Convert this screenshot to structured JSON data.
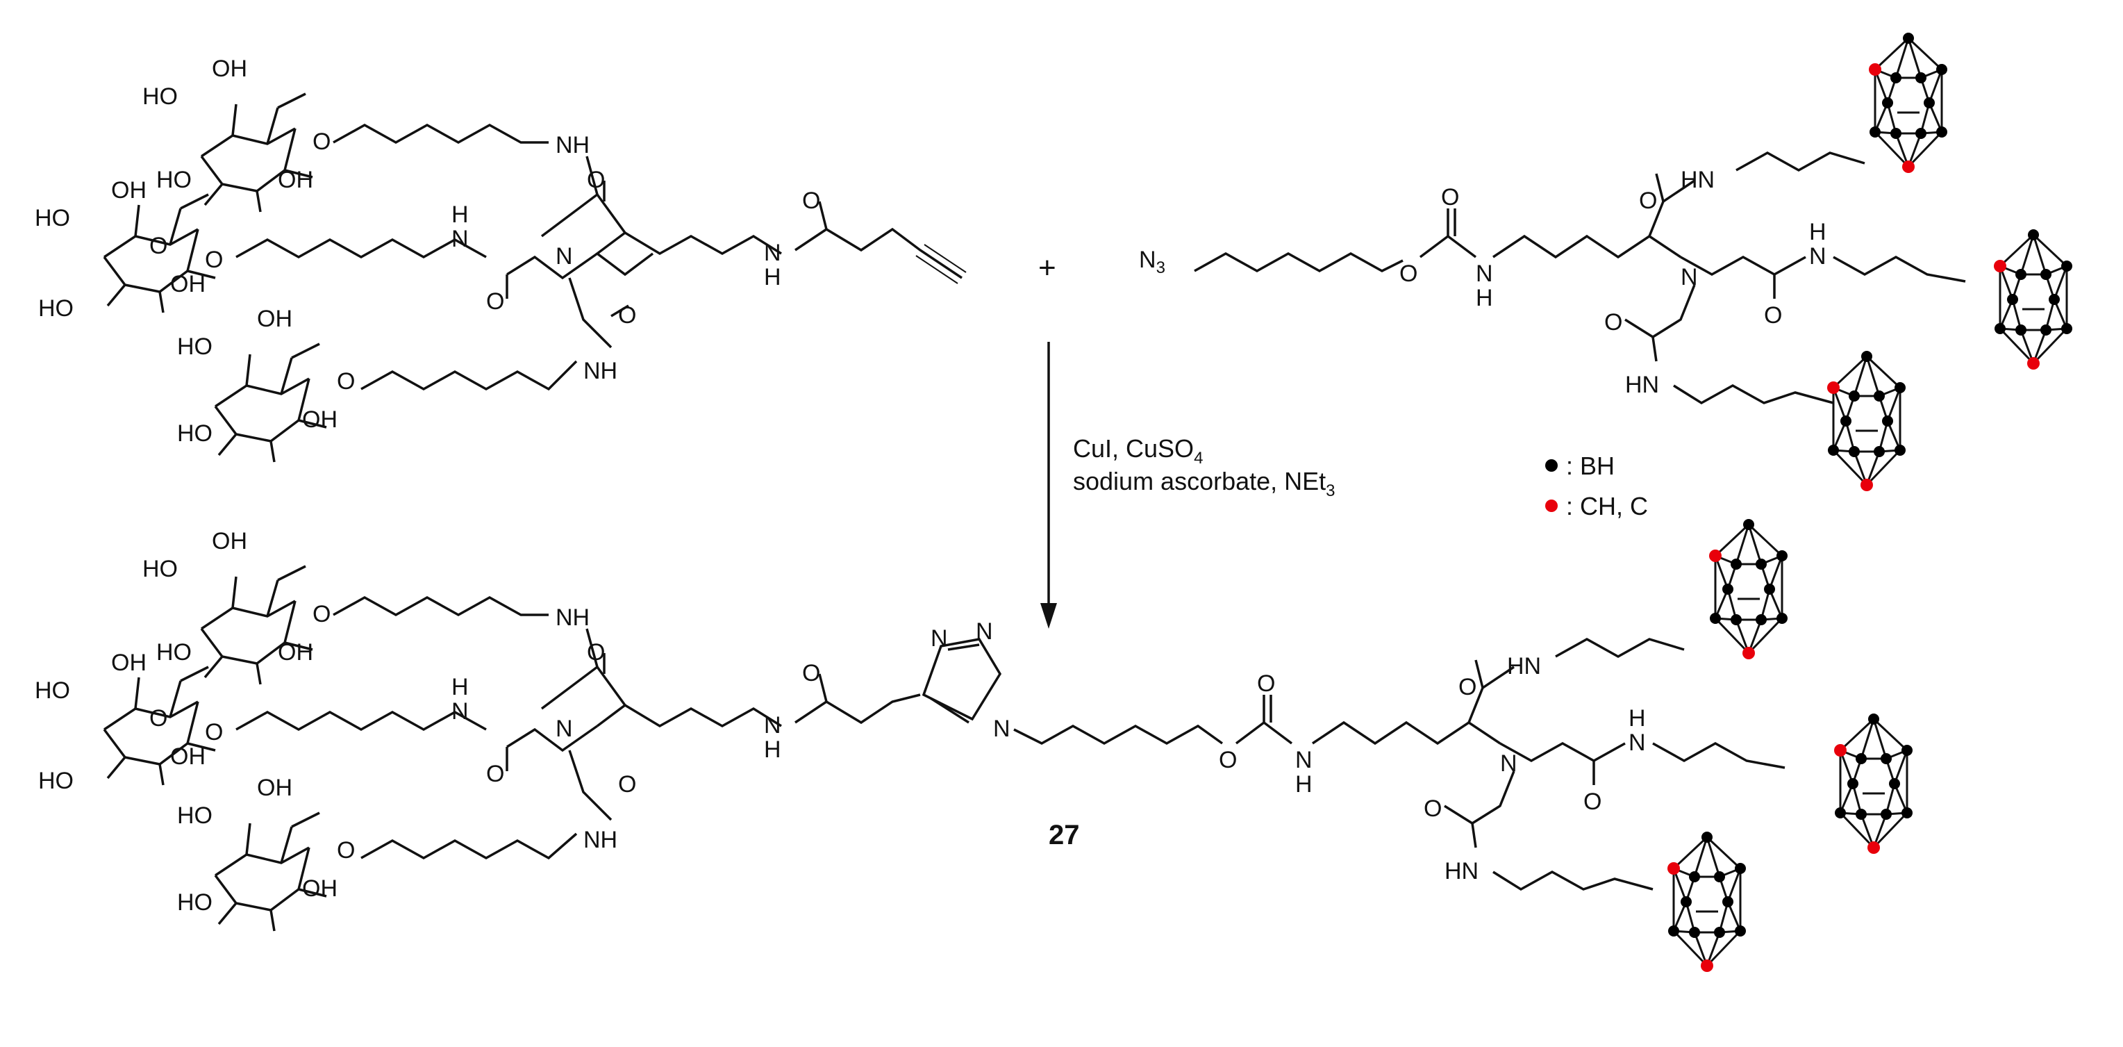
{
  "atoms": {
    "oh": "OH",
    "ho": "HO",
    "o": "O",
    "n": "N",
    "nh": "NH",
    "h": "H",
    "hn": "HN"
  },
  "azide": {
    "main": "N",
    "sub": "3"
  },
  "triazole_n": "N",
  "plus_sign": "+",
  "conditions": {
    "line1_main": "CuI, CuSO",
    "line1_sub": "4",
    "line2_main": "sodium ascorbate, NEt",
    "line2_sub": "3"
  },
  "legend": [
    {
      "label": ": BH",
      "color": "#000000"
    },
    {
      "label": ": CH, C",
      "color": "#e8000b"
    }
  ],
  "compound_label": "27",
  "colors": {
    "bond": "#111111",
    "bh": "#000000",
    "carbon": "#e8000b"
  }
}
